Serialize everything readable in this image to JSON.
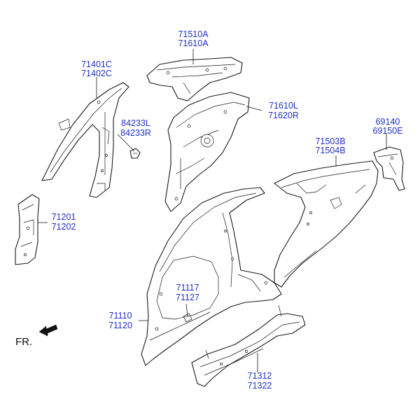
{
  "colors": {
    "callout_text": "#1f2fc7",
    "line": "#1a1a1a",
    "background": "#ffffff"
  },
  "callouts": {
    "a_pillar": [
      "71401C",
      "71402C"
    ],
    "rear_upper": [
      "71510A",
      "71610A"
    ],
    "clip": [
      "84233L",
      "84233R"
    ],
    "rear_inner": [
      "71610L",
      "71620R"
    ],
    "bracket": [
      "69140",
      "69150E"
    ],
    "quarter_panel": [
      "71503B",
      "71504B"
    ],
    "front_pillar_lower": [
      "71201",
      "71202"
    ],
    "side_patch": [
      "71117",
      "71127"
    ],
    "side_outer": [
      "71110",
      "71120"
    ],
    "sill": [
      "71312",
      "71322"
    ]
  },
  "orientation": {
    "label": "FR.",
    "icon": "front-arrow-icon"
  }
}
